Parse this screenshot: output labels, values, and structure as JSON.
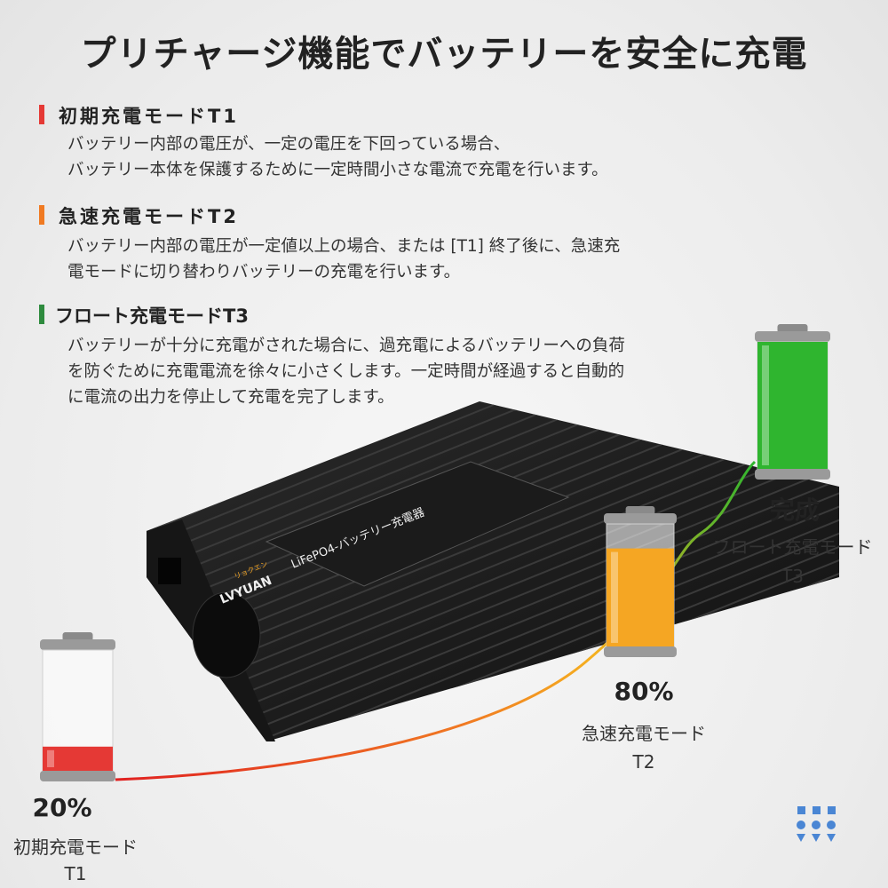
{
  "title": "プリチャージ機能でバッテリーを安全に充電",
  "sections": [
    {
      "heading": "初期充電モードT1",
      "color": "#e53935",
      "body": "バッテリー内部の電圧が、一定の電圧を下回っている場合、\nバッテリー本体を保護するために一定時間小さな電流で充電を行います。"
    },
    {
      "heading": "急速充電モードT2",
      "color": "#f07a22",
      "body": "バッテリー内部の電圧が一定値以上の場合、または [T1] 終了後に、急速充\n電モードに切り替わりバッテリーの充電を行います。"
    },
    {
      "heading": "フロート充電モードT3",
      "color": "#2e8b3e",
      "body": "バッテリーが十分に充電がされた場合に、過充電によるバッテリーへの負荷\nを防ぐために充電電流を徐々に小さくします。一定時間が経過すると自動的\nに電流の出力を停止して充電を完了します。"
    }
  ],
  "product": {
    "brand": "LVYUAN",
    "brand_kana": "リョクエン",
    "label": "LiFePO4-バッテリー充電器"
  },
  "stages": [
    {
      "level": "20%",
      "mode": "初期充電モード",
      "code": "T1",
      "fill_percent": 20,
      "color": "#e53935"
    },
    {
      "level": "80%",
      "mode": "急速充電モード",
      "code": "T2",
      "fill_percent": 80,
      "color": "#f5a623"
    },
    {
      "level": "完成",
      "mode": "フロート充電モード",
      "code": "T3",
      "fill_percent": 100,
      "color": "#2fb52f"
    }
  ],
  "corner_icon": "shapes-grid-icon"
}
